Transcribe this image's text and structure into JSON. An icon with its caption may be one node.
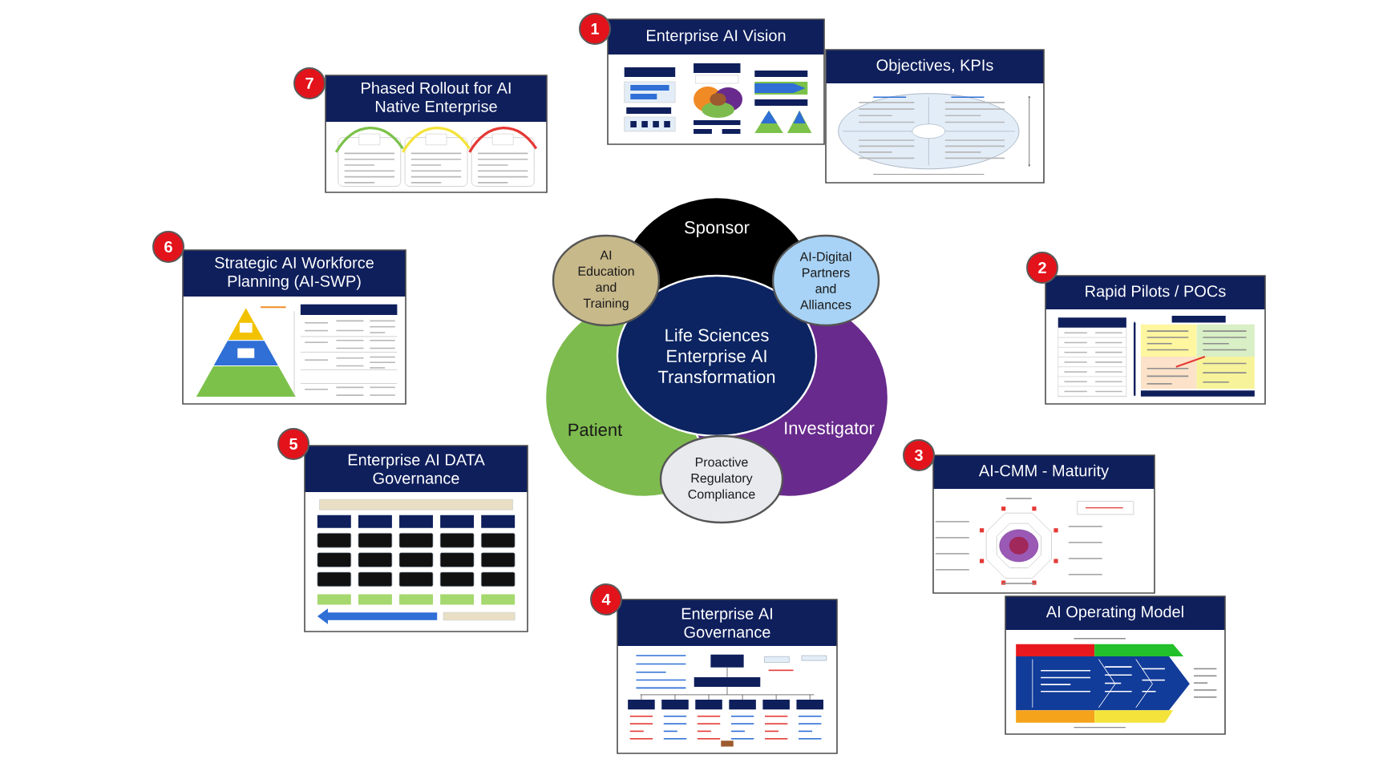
{
  "diagram": {
    "nodes": [
      {
        "text": [
          "Enterprise AI Vision"
        ],
        "beside": [
          "1"
        ]
      },
      {
        "text": [
          "Objectives, KPIs"
        ]
      },
      {
        "text": [
          "Phased Rollout for AI Native Enterprise"
        ],
        "beside": [
          "7"
        ]
      },
      {
        "text": [
          "Sponsor"
        ]
      },
      {
        "text": [
          "AI Education and Training"
        ]
      },
      {
        "text": [
          "AI-Digital Partners and Alliances"
        ]
      },
      {
        "text": [
          "Strategic AI Workforce Planning (AI-SWP)"
        ],
        "beside": [
          "6"
        ]
      },
      {
        "text": [
          "Rapid Pilots / POCs"
        ],
        "beside": [
          "2"
        ]
      },
      {
        "text": [
          "Life Sciences Enterprise AI Transformation"
        ]
      },
      {
        "text": [
          "Patient"
        ]
      },
      {
        "text": [
          "Investigator"
        ]
      },
      {
        "text": [
          "Enterprise AI DATA Governance"
        ],
        "beside": [
          "5"
        ]
      },
      {
        "text": [
          "Proactive Regulatory Compliance"
        ]
      },
      {
        "text": [
          "AI-CMM - Maturity"
        ],
        "beside": [
          "3"
        ]
      },
      {
        "text": [
          "Enterprise AI Governance"
        ],
        "beside": [
          "4"
        ]
      },
      {
        "text": [
          "AI Operating Model"
        ]
      }
    ]
  }
}
